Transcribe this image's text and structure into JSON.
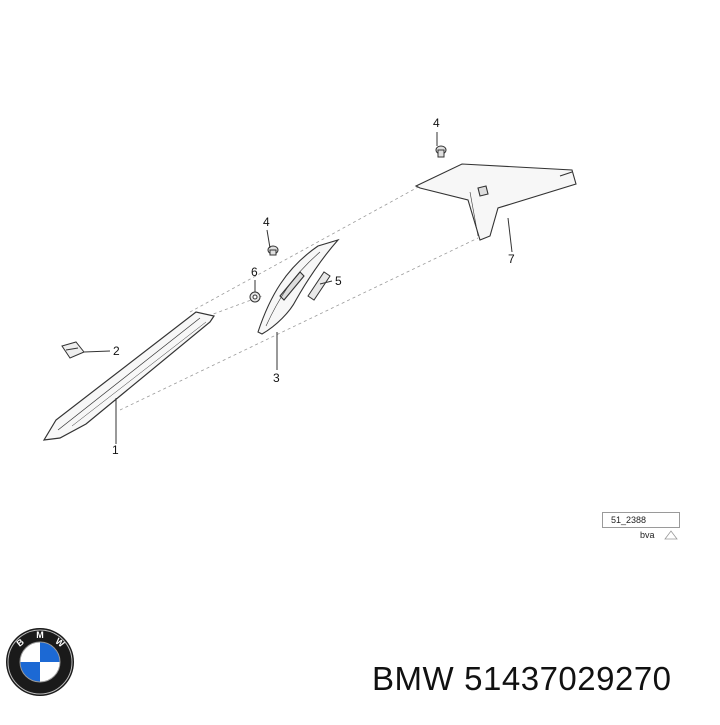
{
  "callouts": [
    {
      "id": "1",
      "label": "1"
    },
    {
      "id": "2",
      "label": "2"
    },
    {
      "id": "3",
      "label": "3"
    },
    {
      "id": "4a",
      "label": "4"
    },
    {
      "id": "4b",
      "label": "4"
    },
    {
      "id": "5",
      "label": "5"
    },
    {
      "id": "6",
      "label": "6"
    },
    {
      "id": "7",
      "label": "7"
    }
  ],
  "reference": {
    "code": "51_2388",
    "sub": "bva"
  },
  "brand": {
    "name": "BMW",
    "part_number": "51437029270"
  },
  "logo": {
    "text": "BMW"
  },
  "colors": {
    "line": "#555555",
    "logo_blue": "#1c69d4"
  }
}
